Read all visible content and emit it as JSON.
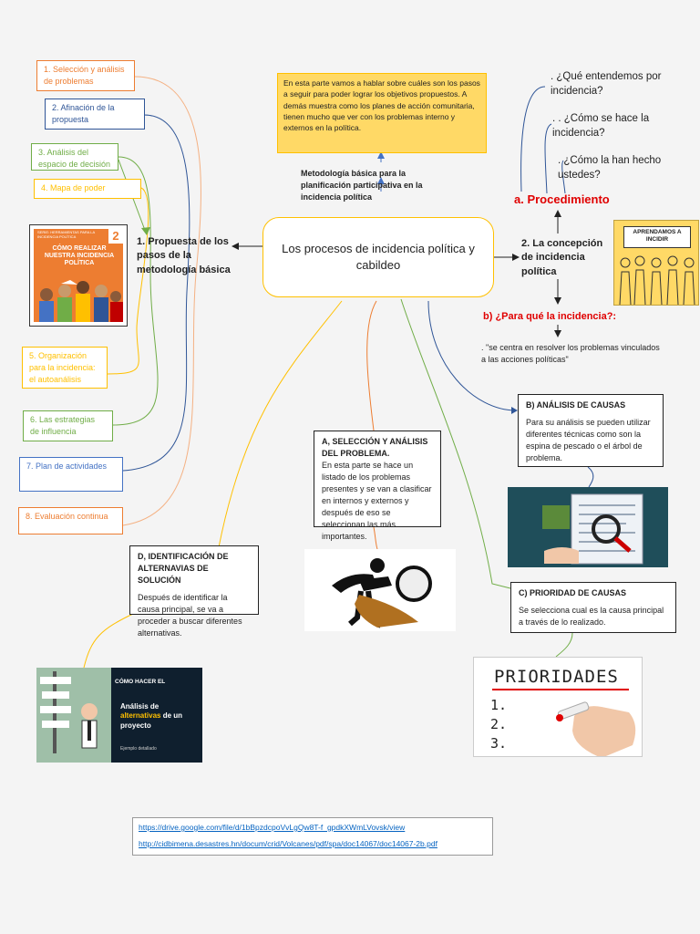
{
  "center": {
    "title": "Los procesos de incidencia política y cabildeo"
  },
  "top_note": {
    "text": "En esta parte vamos a hablar sobre cuáles son los pasos a seguir para poder lograr los objetivos propuestos. A demás muestra como los planes de acción comunitaria, tienen mucho que ver con los problemas interno y externos en la política.",
    "caption": "Metodología básica para la planificación participativa en la incidencia política"
  },
  "left_branch": {
    "title": "1. Propuesta de los pasos de la metodología básica",
    "steps": [
      "1. Selección y análisis de problemas",
      "2. Afinación de la propuesta",
      "3. Análisis del espacio de decisión",
      "4. Mapa de poder",
      "5. Organización para la incidencia: el autoanálisis",
      "6. Las estrategias de influencia",
      "7. Plan de actividades",
      "8. Evaluación continua"
    ],
    "book_cover": {
      "series": "SERIE: HERRAMIENTAS PARA LA INCIDENCIA POLÍTICA",
      "number": "2",
      "title": "CÓMO REALIZAR NUESTRA INCIDENCIA POLÍTICA"
    }
  },
  "right_branch": {
    "title": "2. La concepción de incidencia política",
    "questions": [
      ". ¿Qué entendemos por incidencia?",
      ". . ¿Cómo se hace la incidencia?",
      ". ¿Cómo la han hecho ustedes?"
    ],
    "procedure": "a. Procedimiento",
    "purpose": "b) ¿Para qué la incidencia?:",
    "purpose_text": ". \"se centra en resolver los problemas vinculados a las acciones políticas\"",
    "poster": "APRENDAMOS A INCIDIR"
  },
  "cards": {
    "a": {
      "title": "A, SELECCIÓN Y ANÁLISIS DEL PROBLEMA.",
      "text": "En esta parte se hace un listado de los problemas presentes y se van a clasificar en internos y externos y después de eso se seleccionan las más importantes."
    },
    "b": {
      "title": "B) ANÁLISIS DE CAUSAS",
      "text": "Para su análisis se pueden utilizar diferentes técnicas como son la espina de pescado o el árbol de problema."
    },
    "c": {
      "title": "C) PRIORIDAD DE CAUSAS",
      "text": "Se selecciona cual es la causa principal a través de lo realizado."
    },
    "d": {
      "title": "D, IDENTIFICACIÓN DE ALTERNAVIAS DE SOLUCIÓN",
      "text": "Después de identificar la causa principal, se va a proceder a buscar diferentes alternativas."
    }
  },
  "images": {
    "prioridades": {
      "title": "PRIORIDADES",
      "items": [
        "1.",
        "2.",
        "3."
      ]
    },
    "alternativas": {
      "heading": "CÓMO HACER EL",
      "title_a": "Análisis de",
      "title_b": "alternativas",
      "title_c": "de un proyecto",
      "subtitle": "Ejemplo detallado"
    }
  },
  "links": [
    "https://drive.google.com/file/d/1bBpzdcpoVvLgQw8T-f_gpdkXWmLVovsk/view",
    "http://cidbimena.desastres.hn/docum/crid/Volcanes/pdf/spa/doc14067/doc14067-2b.pdf"
  ],
  "colors": {
    "orange": "#ed7d31",
    "blue": "#2f5597",
    "green": "#70ad47",
    "yellow": "#ffc000",
    "red": "#e00000",
    "link": "#0563c1"
  }
}
